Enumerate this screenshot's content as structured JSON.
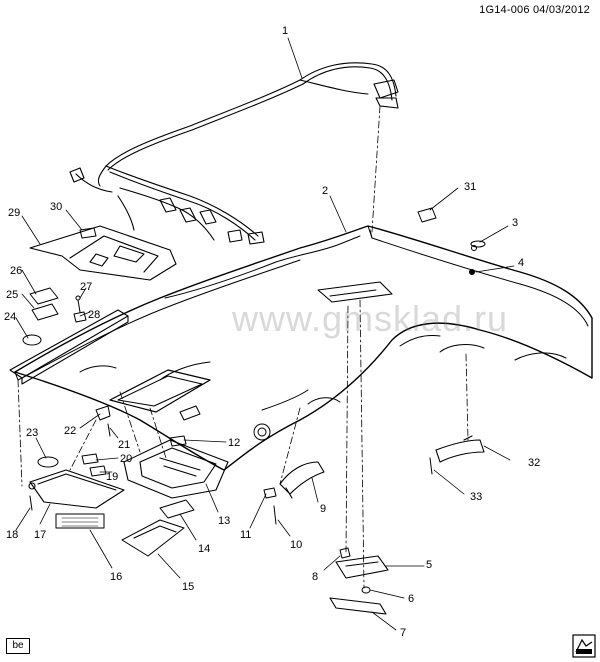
{
  "header": {
    "diagram_id": "1G14-006",
    "date": "04/03/2012"
  },
  "watermark": "www.gmsklad.ru",
  "footer": {
    "badge": "be"
  },
  "icons": {
    "corner": "parts-catalog-icon"
  },
  "callouts": [
    "1",
    "2",
    "3",
    "4",
    "5",
    "6",
    "7",
    "8",
    "9",
    "10",
    "11",
    "12",
    "13",
    "14",
    "15",
    "16",
    "17",
    "18",
    "19",
    "20",
    "21",
    "22",
    "23",
    "24",
    "25",
    "26",
    "27",
    "28",
    "29",
    "30",
    "31",
    "32",
    "33"
  ]
}
